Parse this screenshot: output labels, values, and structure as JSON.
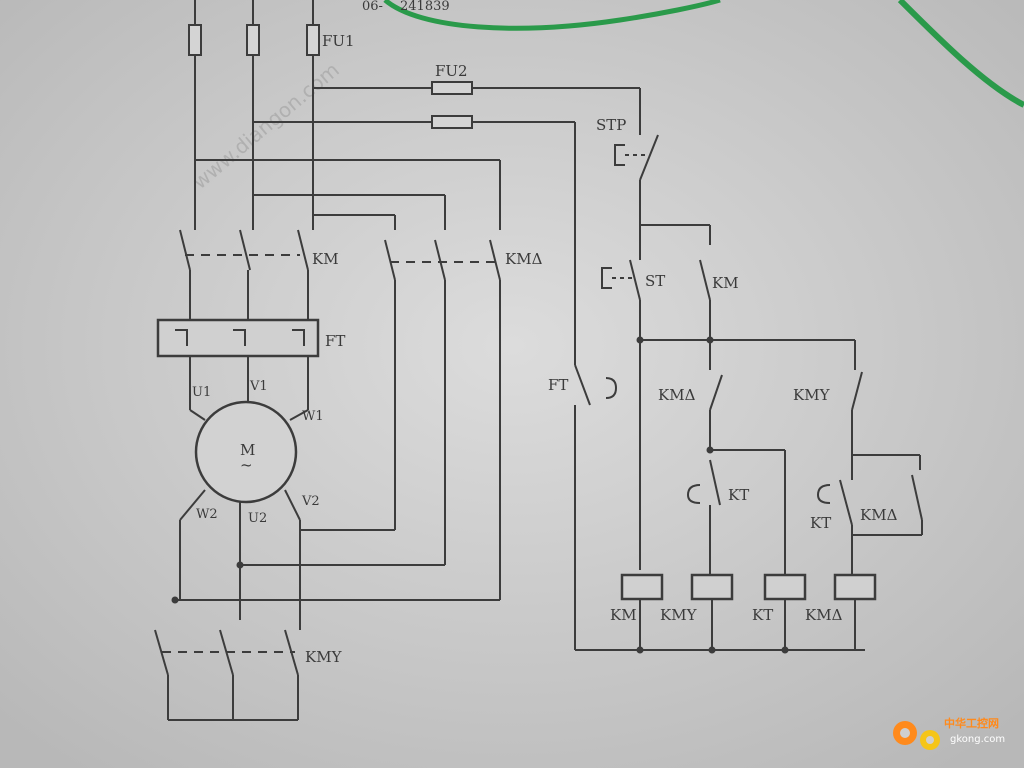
{
  "diagram": {
    "labels": {
      "top_code": "06-",
      "top_code2": "241839",
      "fu1": "FU1",
      "fu2": "FU2",
      "stp": "STP",
      "km_main": "KM",
      "km_delta_main": "KMΔ",
      "ft_relay": "FT",
      "st": "ST",
      "km_aux": "KM",
      "ft_contact": "FT",
      "km_delta_nc": "KMΔ",
      "km_y_nc": "KMY",
      "kt_contact": "KT",
      "kt_contact2": "KT",
      "km_delta_aux": "KMΔ",
      "motor": "M",
      "motor_sym": "~",
      "u1": "U1",
      "v1": "V1",
      "w1": "W1",
      "w2": "W2",
      "u2": "U2",
      "v2": "V2",
      "kmy_main": "KMY",
      "coil_km": "KM",
      "coil_kmy": "KMY",
      "coil_kt": "KT",
      "coil_kmd": "KMΔ",
      "watermark": "www.diangon.com"
    }
  },
  "branding": {
    "name_cn": "中华工控网",
    "url": "gkong.com",
    "color": "#ff8a1c"
  },
  "colors": {
    "paper": "#cfcfcf",
    "ink": "#3c3c3c",
    "cable": "#2a9a4a"
  }
}
